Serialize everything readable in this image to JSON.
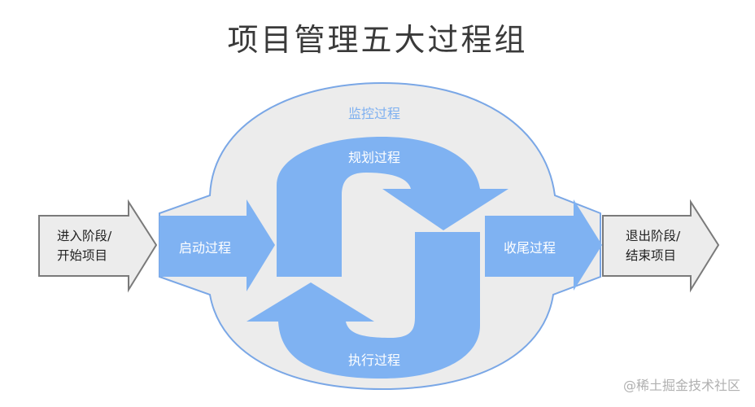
{
  "title": "项目管理五大过程组",
  "colors": {
    "process_blue": "#7fb2f2",
    "monitor_fill": "#ececec",
    "monitor_stroke": "#7aa7e6",
    "gray_arrow_fill": "#ececec",
    "gray_arrow_stroke": "#7a7a7a",
    "title_text": "#3a3a3a"
  },
  "entry": {
    "line1": "进入阶段/",
    "line2": "开始项目"
  },
  "exit": {
    "line1": "退出阶段/",
    "line2": "结束项目"
  },
  "processes": {
    "initiating": "启动过程",
    "planning": "规划过程",
    "executing": "执行过程",
    "monitoring": "监控过程",
    "closing": "收尾过程"
  },
  "watermark": "@稀土掘金技术社区"
}
